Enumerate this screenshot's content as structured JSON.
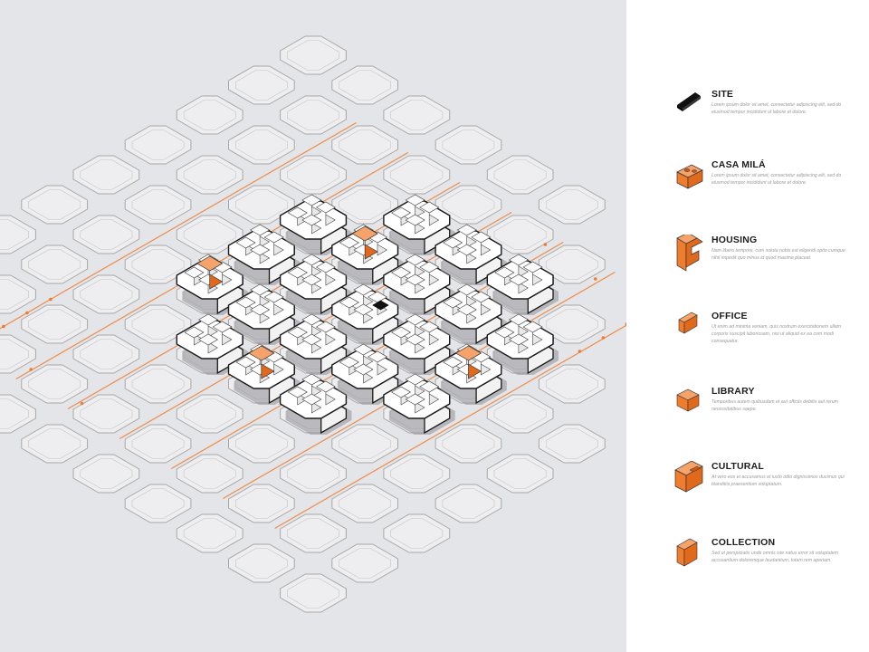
{
  "colors": {
    "background_map": "#e4e5e8",
    "background_legend": "#ffffff",
    "accent": "#f07c2d",
    "site": "#111111",
    "building": "#ffffff",
    "outline": "#1a1a1a",
    "faint_block": "#a8a8a8"
  },
  "legend": {
    "items": [
      {
        "key": "site",
        "title": "SITE",
        "description": "Lorem ipsum dolor sit amet, consectetur adipiscing elit, sed do eiusmod tempor incididunt ut labore et dolore.",
        "icon": "black-slab-icon"
      },
      {
        "key": "casa_mila",
        "title": "CASA MILÁ",
        "description": "Lorem ipsum dolor sit amet, consectetur adipiscing elit, sed do eiusmod tempor incididunt ut labore et dolore.",
        "icon": "orange-courtyard-block-icon"
      },
      {
        "key": "housing",
        "title": "HOUSING",
        "description": "Nam libero tempore, cum soluta nobis est eligendi optio cumque nihil impedit quo minus id quod maxime placeat.",
        "icon": "orange-stepped-block-icon"
      },
      {
        "key": "office",
        "title": "OFFICE",
        "description": "Ut enim ad minima veniam, quis nostrum exercitationem ullam corporis suscipit laboriosam, nisi ut aliquid ex ea com modi consequatur.",
        "icon": "orange-small-box-icon"
      },
      {
        "key": "library",
        "title": "LIBRARY",
        "description": "Temporibus autem quibusdam et aut officiis debitis aut rerum necessitatibus saepe.",
        "icon": "orange-cube-icon"
      },
      {
        "key": "cultural",
        "title": "CULTURAL",
        "description": "At vero eos et accusamus et iusto odio dignissimos ducimus qui blanditiis praesentium voluptatum.",
        "icon": "orange-large-box-icon"
      },
      {
        "key": "collection",
        "title": "COLLECTION",
        "description": "Sed ut perspiciatis unde omnis iste natus error sit voluptatem accusantium doloremque laudantium, totam rem aperiam.",
        "icon": "orange-tall-box-icon"
      }
    ]
  }
}
